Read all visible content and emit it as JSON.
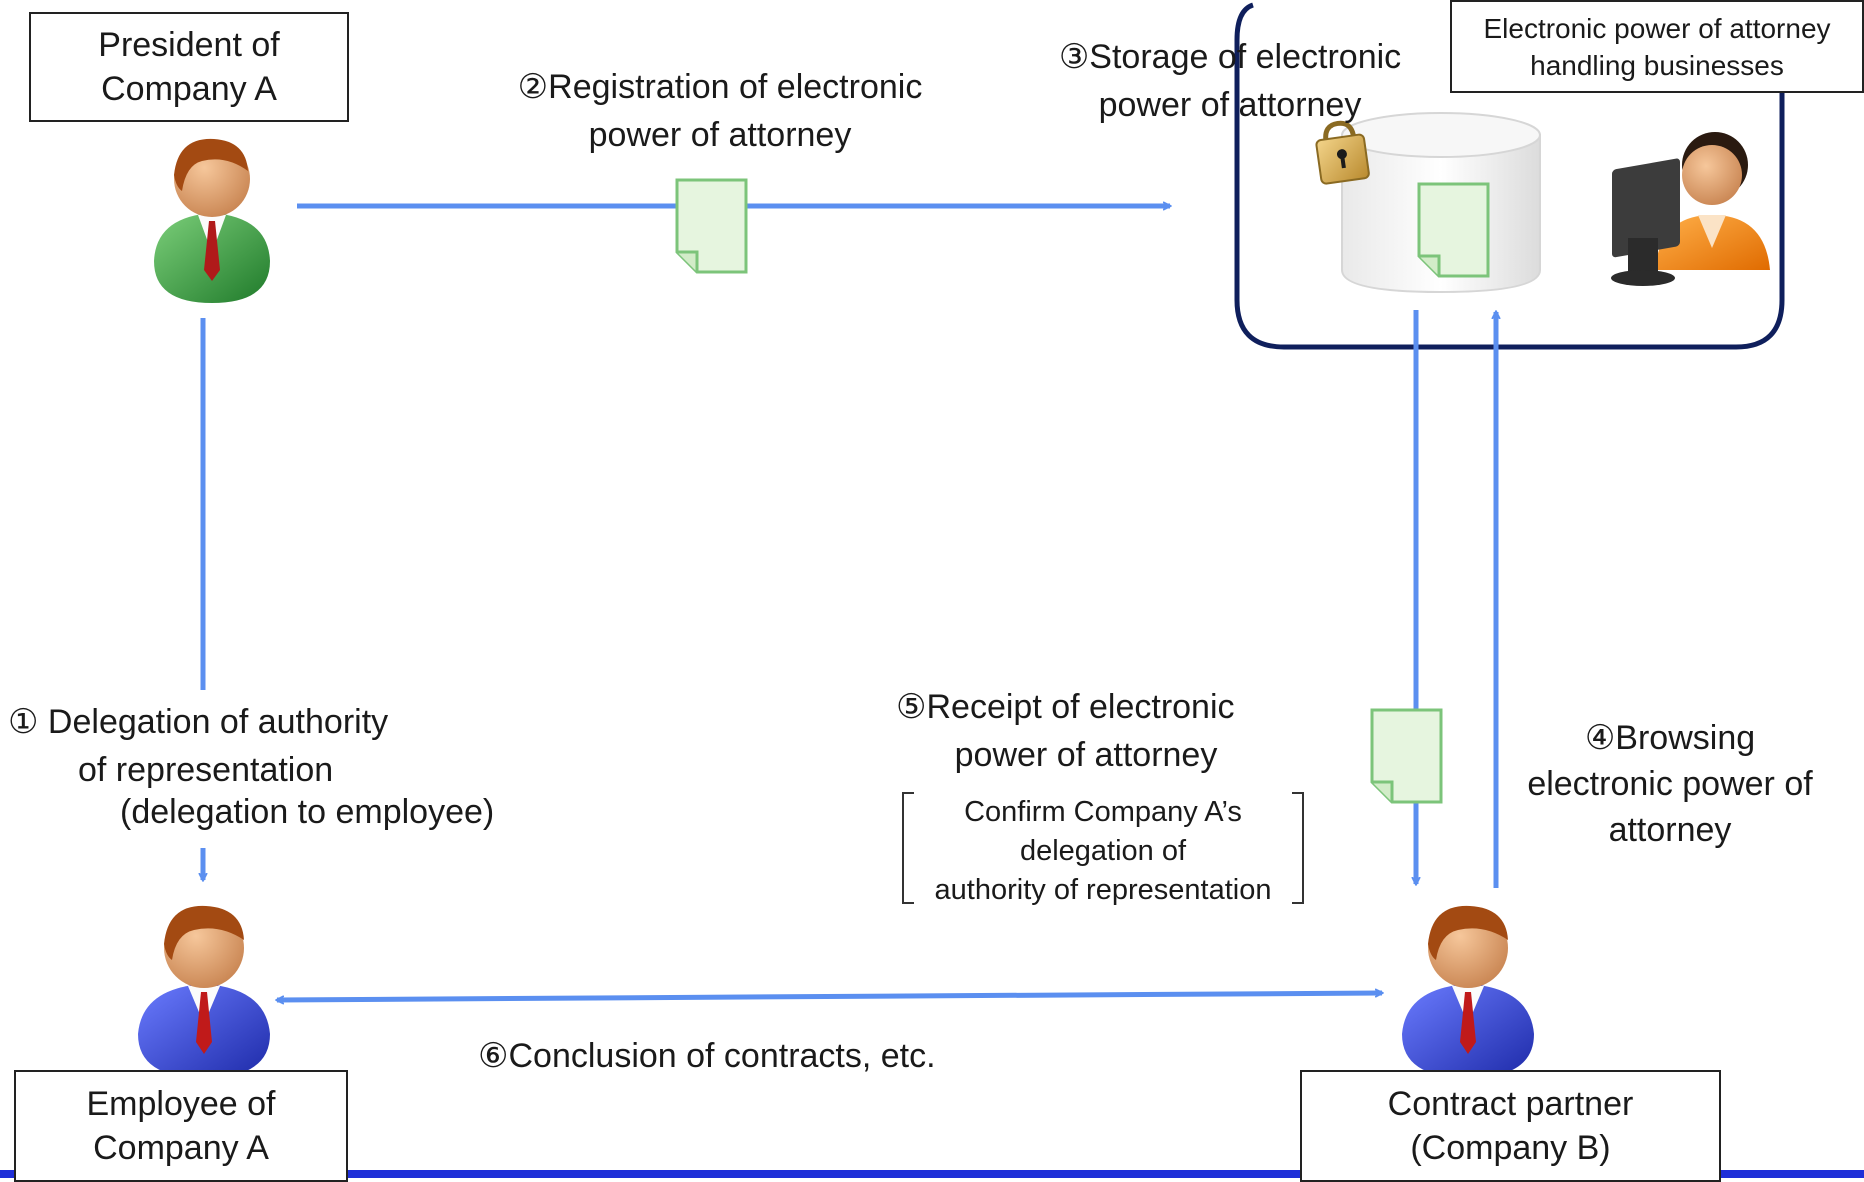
{
  "actors": {
    "president": {
      "line1": "President of",
      "line2": "Company A"
    },
    "employee": {
      "line1": "Employee of",
      "line2": "Company A"
    },
    "partner": {
      "line1": "Contract partner",
      "line2": "(Company B)"
    },
    "handler": {
      "line1": "Electronic power of attorney",
      "line2": "handling businesses"
    }
  },
  "steps": {
    "s1": {
      "line1": "① Delegation of authority",
      "line2": "of representation",
      "line3": "(delegation to employee)"
    },
    "s2": {
      "line1": "②Registration of electronic",
      "line2": "power of attorney"
    },
    "s3": {
      "line1": "③Storage of electronic",
      "line2": "power of attorney"
    },
    "s4": {
      "line1": "④Browsing",
      "line2": "electronic power of",
      "line3": "attorney"
    },
    "s5": {
      "line1": "⑤Receipt of electronic",
      "line2": "power of attorney"
    },
    "s5_note": {
      "line1": "Confirm Company A’s",
      "line2": "delegation of",
      "line3": "authority of representation"
    },
    "s6": {
      "line1": "⑥Conclusion of contracts, etc."
    }
  },
  "icons": {
    "president": "businessman-green-icon",
    "employee": "businessman-blue-icon",
    "partner": "businessman-blue-icon",
    "operator": "operator-at-computer-icon",
    "storage": "database-icon",
    "lock": "padlock-icon",
    "document": "document-icon"
  },
  "colors": {
    "arrow": "#5b8ff0",
    "frame": "#0f1f5c",
    "document_fill": "#e6f5df",
    "document_stroke": "#7cc47a",
    "bottom_bar": "#1f2fd8"
  }
}
